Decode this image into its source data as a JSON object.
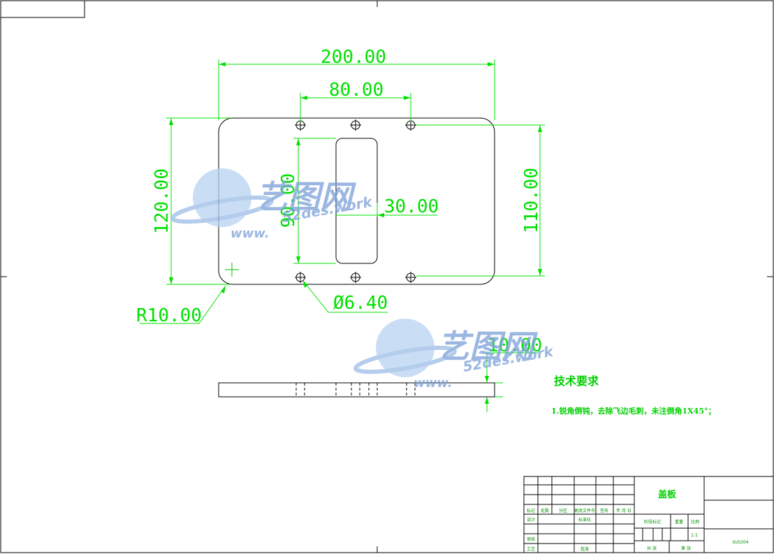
{
  "dimensions": {
    "overall_width": "200.00",
    "hole_spacing": "80.00",
    "overall_height": "120.00",
    "hole_vertical_spacing": "110.00",
    "slot_height": "90.00",
    "slot_width": "30.00",
    "corner_radius": "R10.00",
    "hole_diameter": "Ø6.40",
    "thickness": "10.00"
  },
  "technical_requirements": {
    "title": "技术要求",
    "item_1": "1.锐角倒钝，去除飞边毛刺，未注倒角1X45°；"
  },
  "title_block": {
    "part_name": "盖板",
    "material": "SUS304",
    "scale": "1:1",
    "labels": {
      "mark": "标记",
      "count": "处数",
      "zone": "分区",
      "change_doc": "更改文件号",
      "signature": "签名",
      "date": "年 月 日",
      "design": "设计",
      "standardization": "标准化",
      "review": "审核",
      "process": "工艺",
      "approve": "批准",
      "stage_mark": "阶段标记",
      "weight": "重量",
      "ratio": "比例",
      "total": "共   张",
      "sheet": "第   张"
    }
  },
  "watermark": {
    "brand": "艺图网",
    "url_top": "52des.work",
    "url_bottom": "www."
  },
  "colors": {
    "dimension": "#00e000",
    "outline": "#000000",
    "watermark": "#7aa0d8",
    "tech_text": "#00d000"
  }
}
